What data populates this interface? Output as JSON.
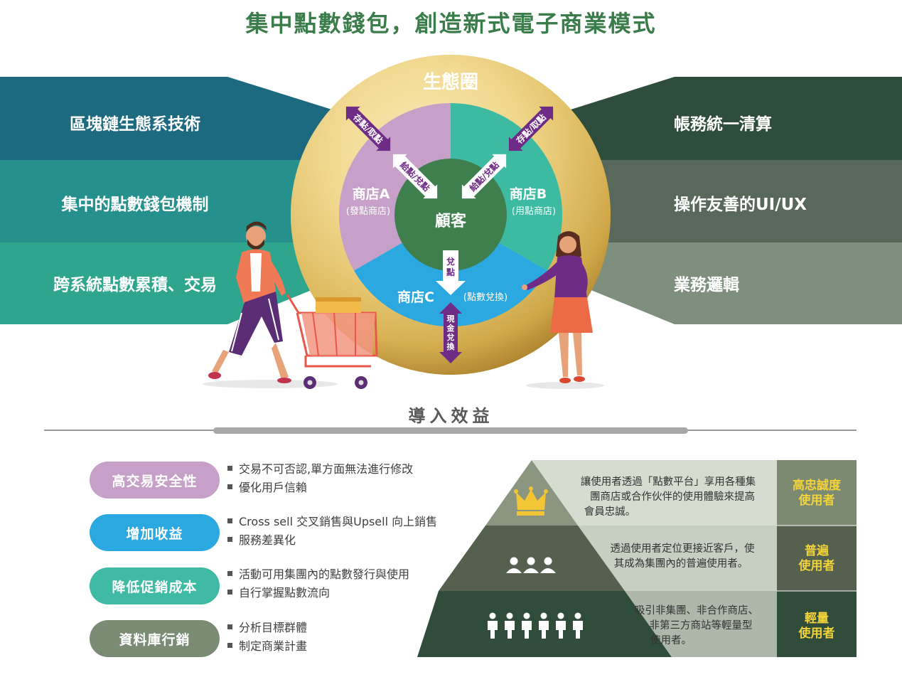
{
  "title": "集中點數錢包，創造新式電子商業模式",
  "left_bands": [
    "區塊鏈生態系技術",
    "集中的點數錢包機制",
    "跨系統點數累積、交易"
  ],
  "right_bands": [
    "帳務統一清算",
    "操作友善的UI/UX",
    "業務邏輯"
  ],
  "wheel": {
    "ecosystem_label": "生態圈",
    "center_label": "顧客",
    "store_a": {
      "name": "商店A",
      "note": "(發點商店)"
    },
    "store_b": {
      "name": "商店B",
      "note": "(用點商店)"
    },
    "store_c": {
      "name": "商店C",
      "note": "(點數兌換)"
    },
    "arrow_labels": {
      "outer_left": "存點/取點",
      "outer_right": "存點/取點",
      "inner_left": "給點/兌點",
      "inner_right": "給點/兌點",
      "down": "兌點",
      "cash": "現金兌換"
    }
  },
  "benefits_title": "導入效益",
  "benefits": [
    {
      "label": "高交易安全性",
      "color": "#c6a0c8",
      "bullets": [
        "交易不可否認,單方面無法進行修改",
        "優化用戶信賴"
      ]
    },
    {
      "label": "增加收益",
      "color": "#2ca8e0",
      "bullets": [
        "Cross sell 交叉銷售與Upsell 向上銷售",
        "服務差異化"
      ]
    },
    {
      "label": "降低促銷成本",
      "color": "#3ebaa5",
      "bullets": [
        "活動可用集團內的點數發行與使用",
        "自行掌握點數流向"
      ]
    },
    {
      "label": "資料庫行銷",
      "color": "#7a8c74",
      "bullets": [
        "分析目標群體",
        "制定商業計畫"
      ]
    }
  ],
  "pyramid": [
    {
      "tier": [
        "高忠誠度",
        "使用者"
      ],
      "desc": [
        "讓使用者透過「點數平台」享用各種集",
        "團商店或合作伙伴的使用體驗來提高",
        "會員忠誠。"
      ],
      "icon": "crown-icon"
    },
    {
      "tier": [
        "普遍",
        "使用者"
      ],
      "desc": [
        "透過使用者定位更接近客戶，使",
        "其成為集團內的普遍使用者。"
      ],
      "icon": "three-people-icon"
    },
    {
      "tier": [
        "輕量",
        "使用者"
      ],
      "desc": [
        "吸引非集團、非合作商店、",
        "非第三方商站等輕量型",
        "使用者。"
      ],
      "icon": "six-people-icon"
    }
  ],
  "colors": {
    "title": "#3a7c4a",
    "left_bands": [
      "#1d6a80",
      "#26918c",
      "#2ea58c"
    ],
    "right_bands": [
      "#2f4d3c",
      "#58685a",
      "#7f8f7e"
    ],
    "store_a": "#c6a0c8",
    "store_b": "#3dbaa2",
    "store_c": "#2ca8e0",
    "center": "#3f7f4e",
    "arrow": "#6f2c87",
    "gold": "#c9a24a"
  }
}
